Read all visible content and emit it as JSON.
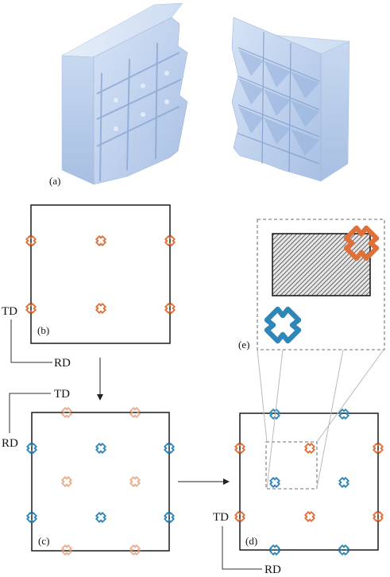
{
  "figure": {
    "panel_labels": {
      "a": "(a)",
      "b": "(b)",
      "c": "(c)",
      "d": "(d)",
      "e": "(e)"
    },
    "axes": {
      "td": "TD",
      "rd": "RD"
    }
  },
  "colors": {
    "orange": "#e0703a",
    "blue": "#2f86b8",
    "frame": "#1a1a1a",
    "dashed": "#8a8a8a",
    "hatch": "#555555",
    "block_face": "#b9cdea",
    "block_side": "#c9daf2",
    "block_top": "#dfe9f7"
  }
}
